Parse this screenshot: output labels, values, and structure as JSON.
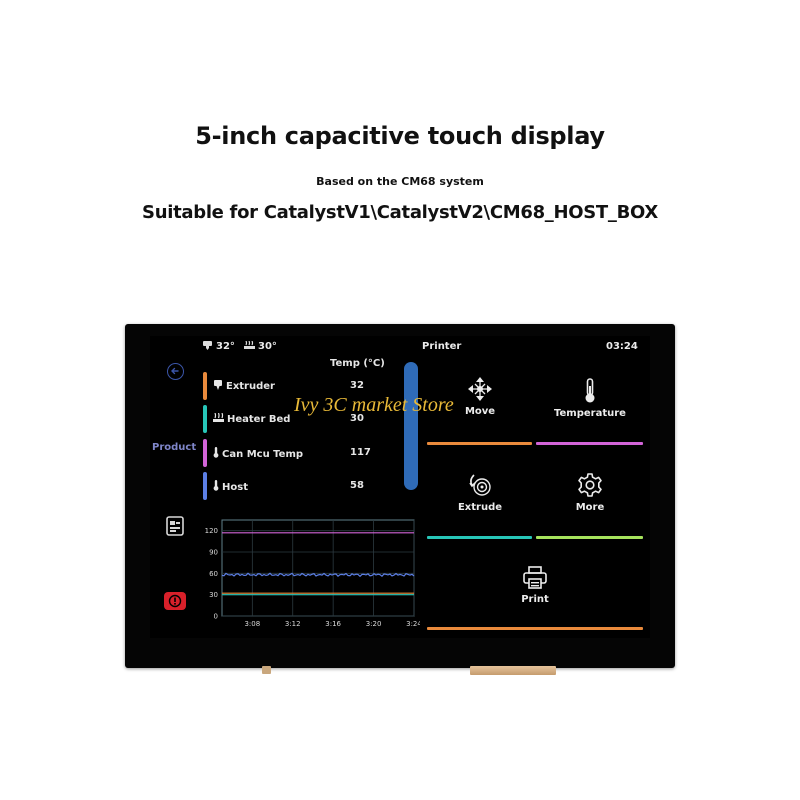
{
  "headline": "5-inch capacitive touch display",
  "subline": "Based on the CM68 system",
  "suitable": "Suitable for CatalystV1\\CatalystV2\\CM68_HOST_BOX",
  "watermark": "Ivy 3C market Store",
  "status": {
    "extruder_temp": "32°",
    "bed_temp": "30°",
    "title": "Printer",
    "time": "03:24"
  },
  "sidebar": {
    "product_label": "Product"
  },
  "temps": {
    "header": "Temp (°C)",
    "rows": [
      {
        "name": "Extruder",
        "value": "32",
        "color": "#e98a3c"
      },
      {
        "name": "Heater Bed",
        "value": "30",
        "color": "#27c6b8"
      },
      {
        "name": "Can Mcu Temp",
        "value": "117",
        "color": "#d264d8"
      },
      {
        "name": "Host",
        "value": "58",
        "color": "#5c7fe6"
      }
    ]
  },
  "chart_data": {
    "type": "line",
    "x": [
      "3:08",
      "3:12",
      "3:16",
      "3:20",
      "3:24"
    ],
    "yticks": [
      0,
      30,
      60,
      90,
      120
    ],
    "ylim": [
      0,
      135
    ],
    "grid": true,
    "series": [
      {
        "color": "#d264d8",
        "values": [
          117,
          117,
          117,
          117,
          117
        ]
      },
      {
        "color": "#5c7fe6",
        "values": [
          58,
          58,
          58,
          58,
          58
        ]
      },
      {
        "color": "#e98a3c",
        "values": [
          32,
          32,
          32,
          32,
          32
        ]
      },
      {
        "color": "#27c6b8",
        "values": [
          30,
          30,
          30,
          30,
          30
        ]
      }
    ]
  },
  "tiles": {
    "move": {
      "label": "Move",
      "color": "#e98a3c"
    },
    "temperature": {
      "label": "Temperature",
      "color": "#d264d8"
    },
    "extrude": {
      "label": "Extrude",
      "color": "#27c6b8"
    },
    "more": {
      "label": "More",
      "color": "#a6e35c"
    },
    "print": {
      "label": "Print",
      "color": "#e98a3c"
    }
  },
  "icons": {
    "back": "back-arrow-icon",
    "console": "console-icon",
    "emergency": "emergency-stop-icon"
  }
}
